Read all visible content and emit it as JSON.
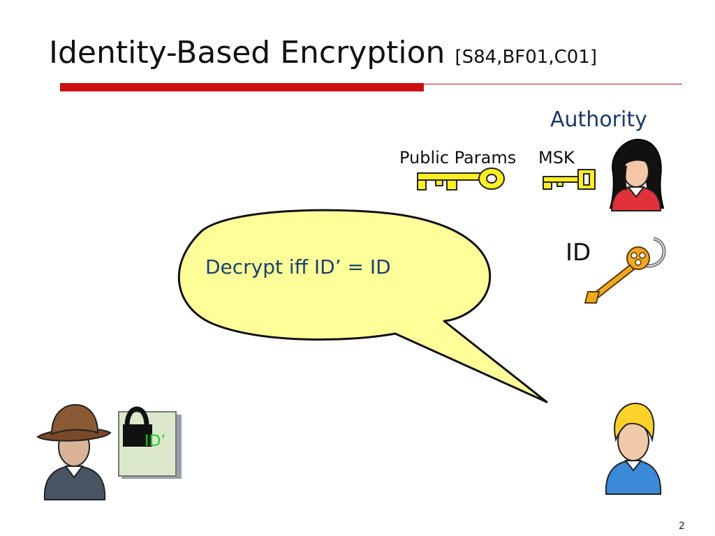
{
  "slide": {
    "title": "Identity-Based Encryption",
    "citation": "[S84,BF01,C01]",
    "page_number": "2"
  },
  "authority": {
    "label": "Authority",
    "public_params_label": "Public Params",
    "msk_label": "MSK"
  },
  "id_key": {
    "label": "ID"
  },
  "speech_bubble": {
    "text": "Decrypt iff ID’ = ID"
  },
  "sender": {
    "document_label": "ID’"
  },
  "colors": {
    "title_rule": "#cc1010",
    "authority_text": "#1a3a6e",
    "bubble_fill": "#ffff99",
    "bubble_text": "#17416e",
    "key_gold": "#ffee22",
    "doc_label": "#1ecc2a"
  }
}
